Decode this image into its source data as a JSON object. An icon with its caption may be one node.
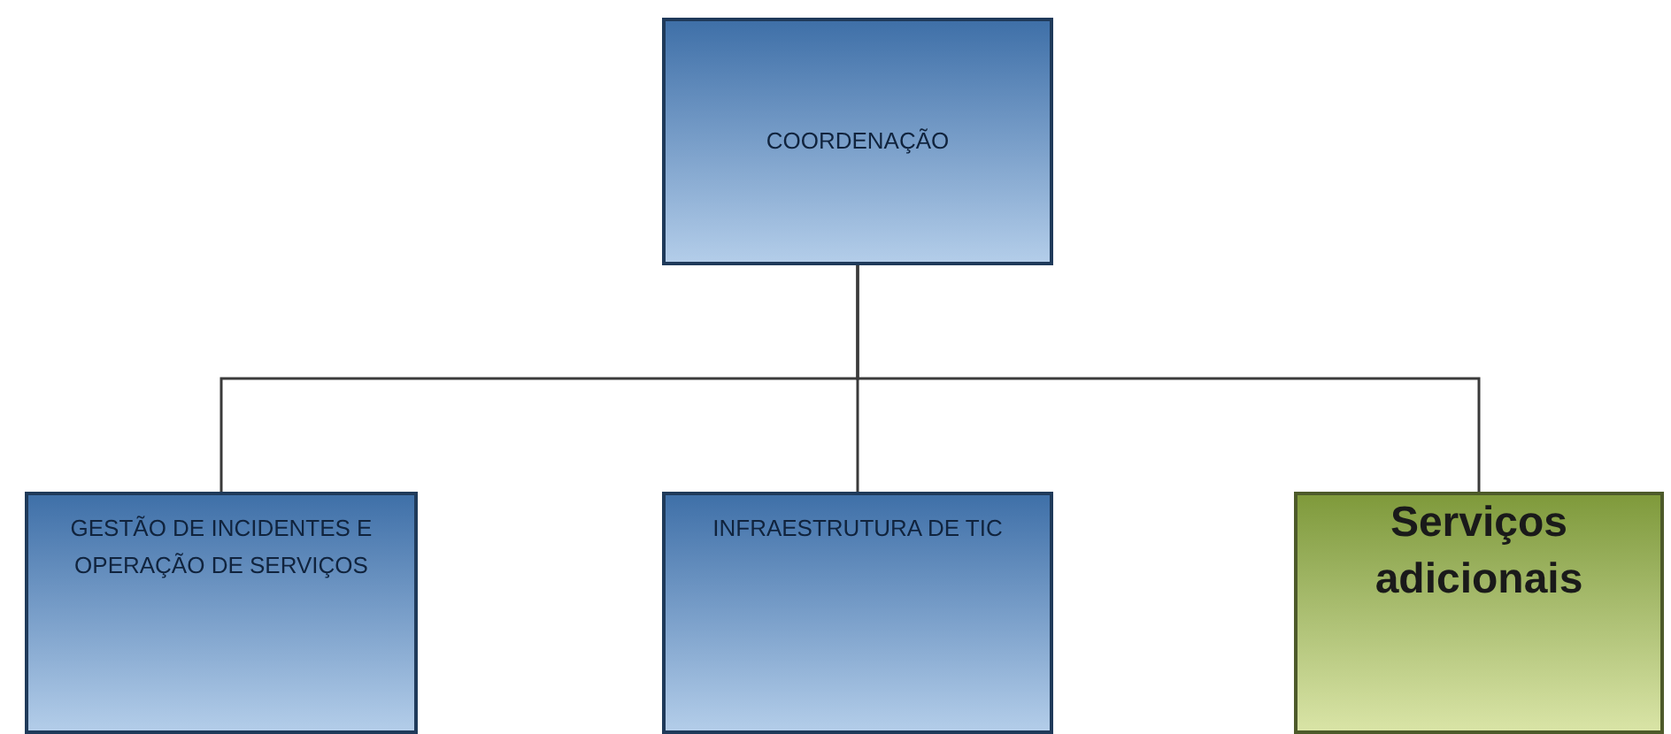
{
  "diagram": {
    "nodes": [
      {
        "text": [
          "COORDENAÇÃO"
        ]
      },
      {
        "text": [
          "GESTÃO DE INCIDENTES E OPERAÇÃO DE SERVIÇOS"
        ]
      },
      {
        "text": [
          "INFRAESTRUTURA DE TIC"
        ]
      },
      {
        "text": [
          "Serviços adicionais"
        ]
      }
    ],
    "edges": [
      {
        "from": 0,
        "to": 1,
        "arrow": "none"
      },
      {
        "from": 0,
        "to": 2,
        "arrow": "none"
      },
      {
        "from": 0,
        "to": 3,
        "arrow": "none"
      }
    ]
  }
}
